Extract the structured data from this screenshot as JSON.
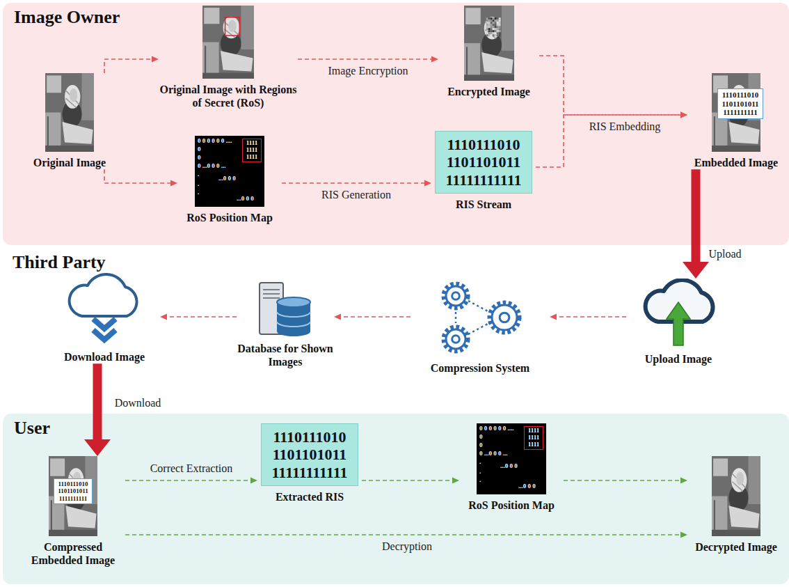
{
  "diagram": {
    "nodes": [
      {
        "text": [
          "Image Owner"
        ]
      },
      {
        "text": [
          "Original Image"
        ],
        "in": 0
      },
      {
        "text": [
          "Original Image with Regions of Secret (RoS)"
        ],
        "in": 0
      },
      {
        "text": [
          "Encrypted Image"
        ],
        "in": 0
      },
      {
        "text": [
          "RoS Position Map"
        ],
        "in": 0
      },
      {
        "text": [
          "1111 1111 1111"
        ],
        "in": 4
      },
      {
        "text": [
          "1110111010 1101101011 11111111111",
          "RIS Stream"
        ],
        "in": 0
      },
      {
        "text": [
          "Embedded Image"
        ],
        "in": 0
      },
      {
        "text": [
          "1110111010 1101101011 1111111111"
        ],
        "in": 7
      },
      {
        "text": [
          "Download Image"
        ]
      },
      {
        "text": [
          "Database for Shown Images"
        ]
      },
      {
        "text": [
          "Compression System"
        ]
      },
      {
        "text": [
          "Upload Image"
        ]
      },
      {
        "text": [
          "User"
        ]
      },
      {
        "text": [
          "Compressed Embedded Image"
        ],
        "in": 13
      },
      {
        "text": [
          "1110111010 1101101011 1111111111"
        ],
        "in": 14
      },
      {
        "text": [
          "1110111010 1101101011 11111111111",
          "Extracted RIS"
        ],
        "in": 13
      },
      {
        "text": [
          "RoS Position Map"
        ],
        "in": 13
      },
      {
        "text": [
          "1111 1111 1111"
        ],
        "in": 17
      },
      {
        "text": [
          "Decrypted Image"
        ],
        "in": 13
      }
    ],
    "edges": [
      {
        "from": 1,
        "to": 2,
        "arrow": "to"
      },
      {
        "from": 1,
        "to": 4,
        "arrow": "to"
      },
      {
        "from": 2,
        "to": 3,
        "arrow": "to",
        "label": "Image Encryption"
      },
      {
        "from": 4,
        "to": 6,
        "arrow": "to",
        "label": "RIS Generation"
      },
      {
        "from": 3,
        "to": 7,
        "arrow": "to",
        "label": "RIS Embedding"
      },
      {
        "from": 6,
        "to": 7,
        "arrow": "to"
      },
      {
        "from": 7,
        "to": 12,
        "arrow": "to",
        "label": "Upload"
      },
      {
        "from": 12,
        "to": 11,
        "arrow": "to"
      },
      {
        "from": 11,
        "to": 10,
        "arrow": "to"
      },
      {
        "from": 10,
        "to": 9,
        "arrow": "to"
      },
      {
        "from": 9,
        "to": 14,
        "arrow": "to",
        "label": "Download"
      },
      {
        "from": 14,
        "to": 16,
        "arrow": "to",
        "label": "Correct Extraction"
      },
      {
        "from": 16,
        "to": 17,
        "arrow": "to"
      },
      {
        "from": 17,
        "to": 19,
        "arrow": "to"
      },
      {
        "from": 14,
        "to": 19,
        "arrow": "to",
        "label": "Decryption"
      }
    ],
    "labels": [
      "Third Party",
      "0 0 0 0 0 0 ....",
      "0",
      "0",
      "0 ...0 0 0 ...",
      ".",
      "...0 0 0",
      ".",
      ".",
      "...0 0 0",
      "0 0 0 0 0 0 ....",
      "0",
      "0",
      "0 ...0 0 0 ...",
      ".",
      "...0 0 0",
      ".",
      ".",
      "...0 0 0"
    ]
  }
}
